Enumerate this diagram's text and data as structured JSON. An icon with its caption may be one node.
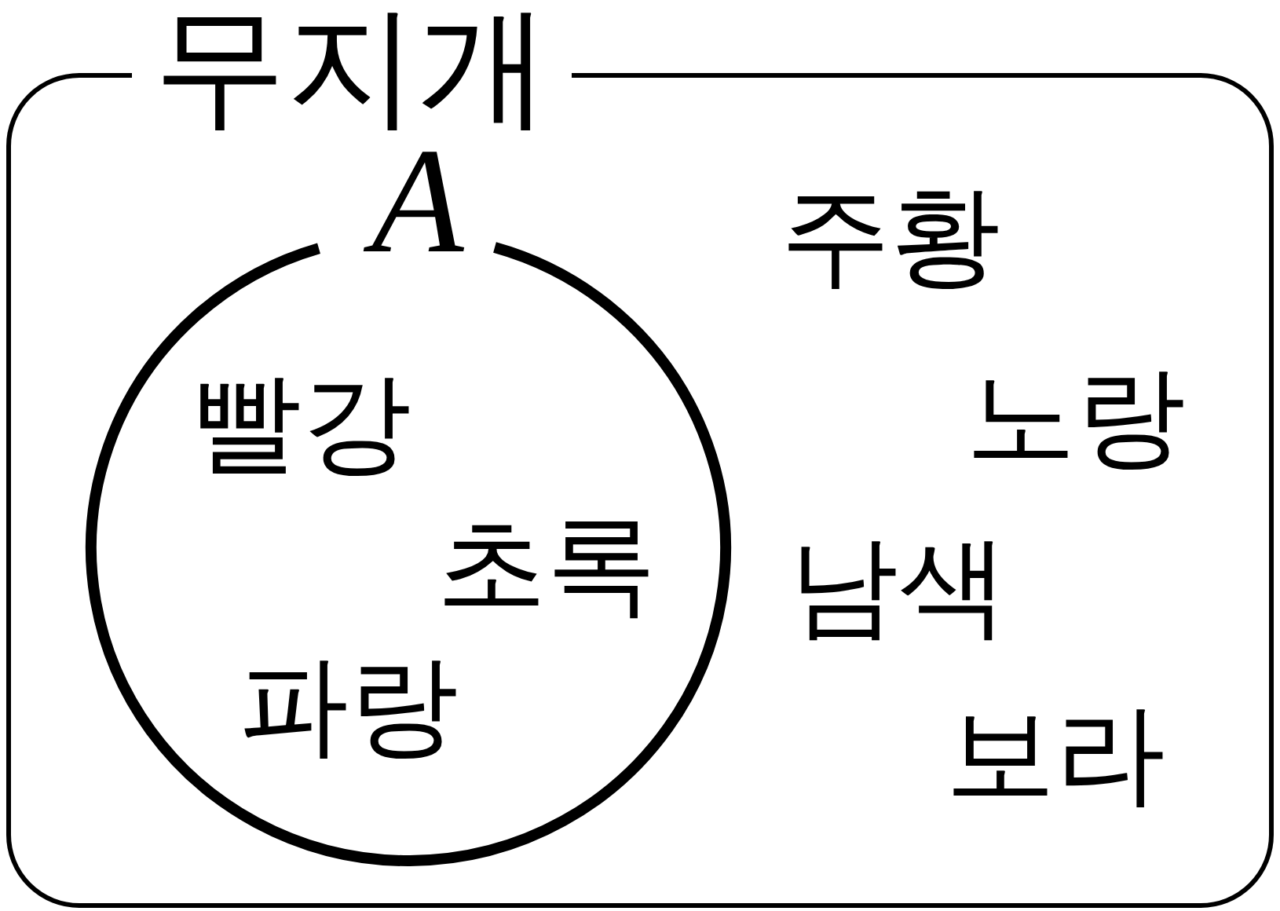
{
  "diagram": {
    "nodes": [
      {
        "text": [
          "무지개",
          "주황",
          "노랑",
          "남색",
          "보라"
        ]
      },
      {
        "text": [
          "A",
          "빨강",
          "초록",
          "파랑"
        ],
        "in": 0
      }
    ]
  }
}
